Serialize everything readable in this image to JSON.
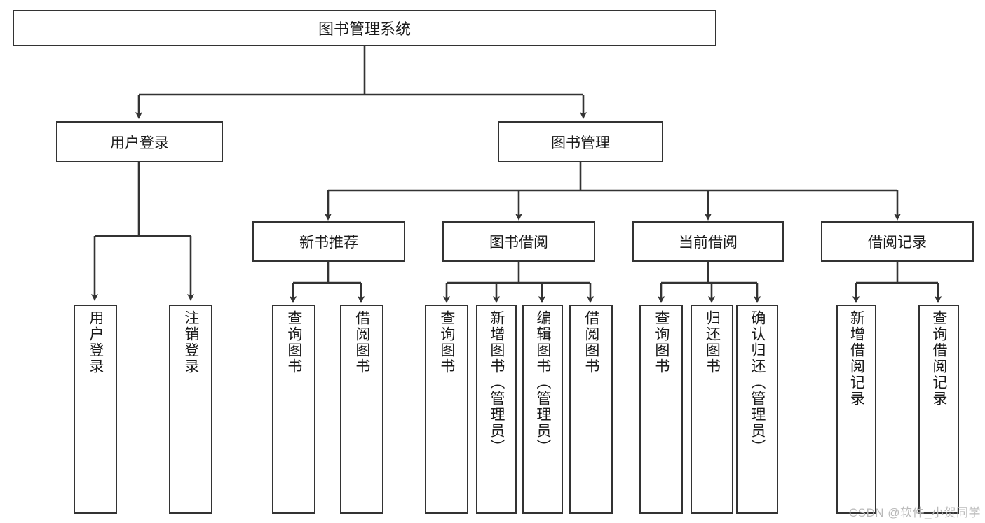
{
  "diagram": {
    "title": "图书管理系统",
    "watermark": "CSDN @软件_小贺同学",
    "colors": {
      "stroke": "#333333",
      "fill": "#ffffff",
      "text": "#1a1a1a",
      "watermark": "#b9b9b9"
    },
    "root": {
      "label": "图书管理系统"
    },
    "level1": [
      {
        "label": "用户登录"
      },
      {
        "label": "图书管理"
      }
    ],
    "level2": [
      {
        "label": "新书推荐"
      },
      {
        "label": "图书借阅"
      },
      {
        "label": "当前借阅"
      },
      {
        "label": "借阅记录"
      }
    ],
    "leaves": {
      "user_login": [
        {
          "label": "用户登录"
        },
        {
          "label": "注销登录"
        }
      ],
      "new_book": [
        {
          "label": "查询图书"
        },
        {
          "label": "借阅图书"
        }
      ],
      "book_borrow": [
        {
          "label": "查询图书"
        },
        {
          "label": "新增图书（管理员）"
        },
        {
          "label": "编辑图书（管理员）"
        },
        {
          "label": "借阅图书"
        }
      ],
      "current_borrow": [
        {
          "label": "查询图书"
        },
        {
          "label": "归还图书"
        },
        {
          "label": "确认归还（管理员）"
        }
      ],
      "borrow_record": [
        {
          "label": "新增借阅记录"
        },
        {
          "label": "查询借阅记录"
        }
      ]
    }
  }
}
